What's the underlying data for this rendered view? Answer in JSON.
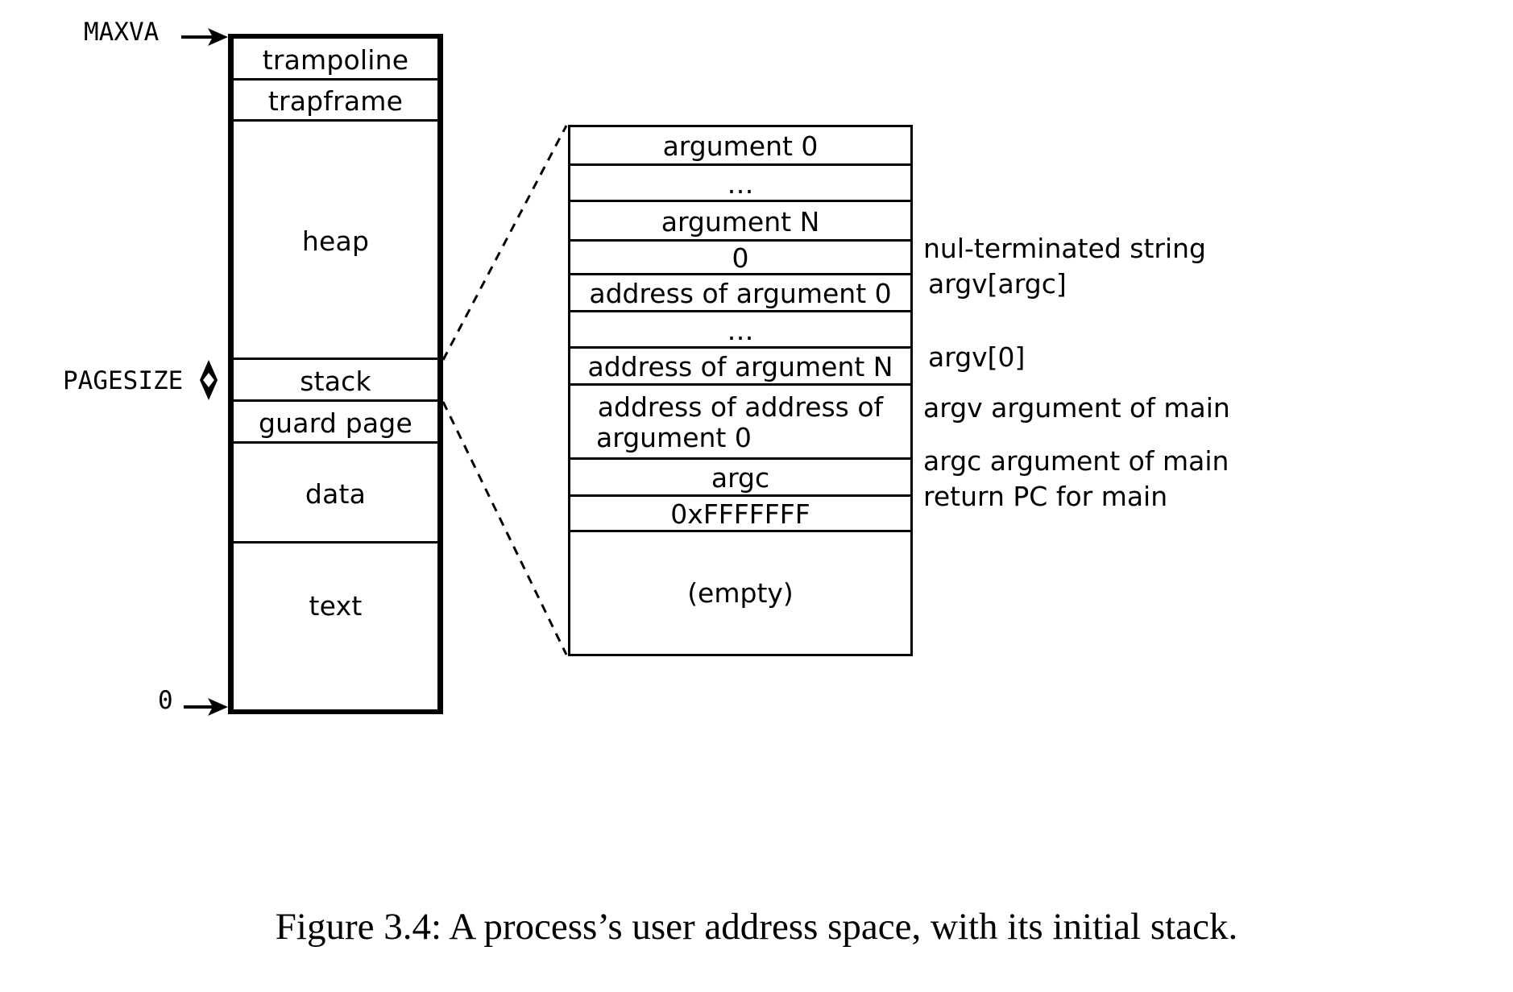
{
  "figure": {
    "caption": "Figure 3.4: A process’s user address space, with its initial stack."
  },
  "axis_labels": {
    "top": "MAXVA",
    "bottom": "0",
    "pagesize": "PAGESIZE"
  },
  "memory_map": {
    "name": "user address space",
    "regions": [
      {
        "label": "trampoline"
      },
      {
        "label": "trapframe"
      },
      {
        "label": "heap"
      },
      {
        "label": "stack"
      },
      {
        "label": "guard page"
      },
      {
        "label": "data"
      },
      {
        "label": "text"
      }
    ]
  },
  "stack_detail": {
    "name": "initial stack contents",
    "rows": [
      {
        "label": "argument 0",
        "annotation": ""
      },
      {
        "label": "…",
        "annotation": ""
      },
      {
        "label": "argument N",
        "annotation": ""
      },
      {
        "label": "0",
        "annotation": "nul-terminated string"
      },
      {
        "label": "address of argument 0",
        "annotation": "argv[argc]"
      },
      {
        "label": "…",
        "annotation": ""
      },
      {
        "label": "address of argument N",
        "annotation": "argv[0]"
      },
      {
        "label_line1": "address of address of",
        "label_line2": "argument 0",
        "annotation": "argv argument of main"
      },
      {
        "label": "argc",
        "annotation": "argc argument of main"
      },
      {
        "label": "0xFFFFFFF",
        "annotation": "return PC for main"
      },
      {
        "label": "(empty)",
        "annotation": ""
      }
    ]
  },
  "colors": {
    "stroke": "#000000",
    "background": "#ffffff"
  }
}
